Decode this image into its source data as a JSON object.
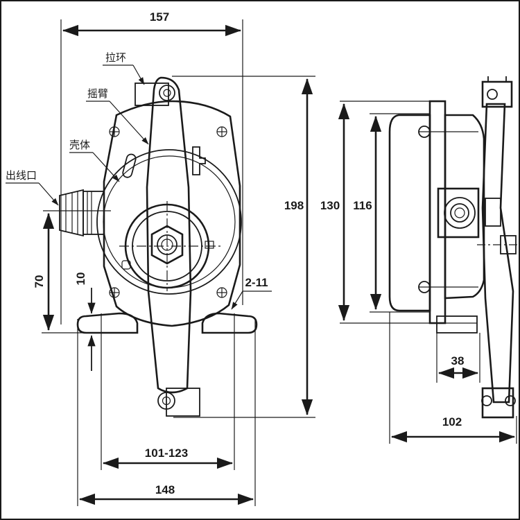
{
  "colors": {
    "ink": "#1a1a1a",
    "background": "#ffffff"
  },
  "dimensions": {
    "top_width": "157",
    "total_height": "198",
    "side_height_outer": "130",
    "side_height_inner": "116",
    "shaft_height": "70",
    "foot_height": "10",
    "hole_spec": "2-11",
    "mount_span": "101-123",
    "base_width": "148",
    "side_offset": "38",
    "side_depth": "102"
  },
  "labels": {
    "pull_ring": "拉环",
    "rocker_arm": "摇臂",
    "housing": "壳体",
    "cable_outlet": "出线口"
  }
}
